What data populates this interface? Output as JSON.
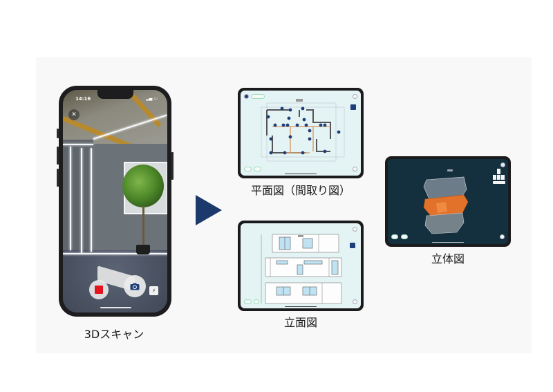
{
  "colors": {
    "background": "#ffffff",
    "panel": "#f8f8f8",
    "arrow": "#1b3a6b",
    "stop_button": "#e4141f",
    "camera_icon": "#1f3f7a",
    "floorplan_bg": "#e4f4f5",
    "model_view_bg": "#14303f",
    "model_highlight": "#e2722a"
  },
  "phone": {
    "status_time": "14:16",
    "close_icon": "✕",
    "flash_icon": "⚡",
    "caption": "3Dスキャン"
  },
  "floor_plan": {
    "caption": "平面図（間取り図）"
  },
  "elevation": {
    "caption": "立面図"
  },
  "model_3d": {
    "caption": "立体図"
  }
}
